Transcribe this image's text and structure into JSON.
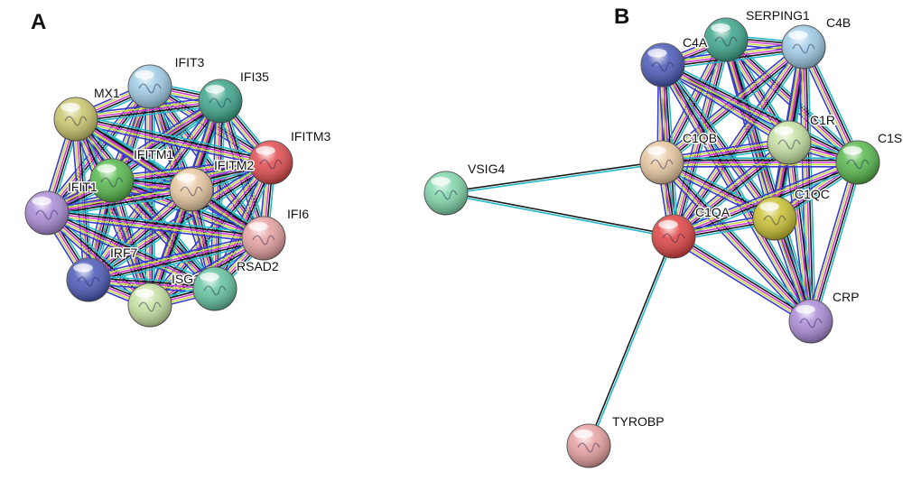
{
  "panels": [
    {
      "id": "A",
      "letter": "A",
      "nodes": [
        {
          "id": "IFIT3",
          "label": "IFIT3",
          "color": "#9ecce6"
        },
        {
          "id": "IFI35",
          "label": "IFI35",
          "color": "#3aa58a"
        },
        {
          "id": "MX1",
          "label": "MX1",
          "color": "#c9c66a"
        },
        {
          "id": "IFITM3",
          "label": "IFITM3",
          "color": "#e0494c"
        },
        {
          "id": "IFITM1",
          "label": "IFITM1",
          "color": "#54b84a"
        },
        {
          "id": "IFITM2",
          "label": "IFITM2",
          "color": "#e8c8a0"
        },
        {
          "id": "IFIT1",
          "label": "IFIT1",
          "color": "#a98ad6"
        },
        {
          "id": "IFI6",
          "label": "IFI6",
          "color": "#e8a0a0"
        },
        {
          "id": "IRF7",
          "label": "IRF7",
          "color": "#4857b8"
        },
        {
          "id": "ISG15",
          "label": "ISG1",
          "color": "#c6e0a0"
        },
        {
          "id": "RSAD2",
          "label": "RSAD2",
          "color": "#62c4a0"
        }
      ],
      "edge_mode": "complete"
    },
    {
      "id": "B",
      "letter": "B",
      "nodes": [
        {
          "id": "SERPING1",
          "label": "SERPING1",
          "color": "#3aa58a"
        },
        {
          "id": "C4B",
          "label": "C4B",
          "color": "#9ecce6"
        },
        {
          "id": "C4A",
          "label": "C4A",
          "color": "#4857b8"
        },
        {
          "id": "C1R",
          "label": "C1R",
          "color": "#c6e0a0"
        },
        {
          "id": "C1QB",
          "label": "C1QB",
          "color": "#e8c8a0"
        },
        {
          "id": "C1S",
          "label": "C1S",
          "color": "#54b84a"
        },
        {
          "id": "VSIG4",
          "label": "VSIG4",
          "color": "#7fd6aa"
        },
        {
          "id": "C1QC",
          "label": "C1QC",
          "color": "#c9c030"
        },
        {
          "id": "C1QA",
          "label": "C1QA",
          "color": "#e04040"
        },
        {
          "id": "CRP",
          "label": "CRP",
          "color": "#a98ad6"
        },
        {
          "id": "TYROBP",
          "label": "TYROBP",
          "color": "#e8a0a0"
        }
      ],
      "edges": [
        [
          "SERPING1",
          "C4B"
        ],
        [
          "SERPING1",
          "C4A"
        ],
        [
          "SERPING1",
          "C1R"
        ],
        [
          "SERPING1",
          "C1QB"
        ],
        [
          "SERPING1",
          "C1S"
        ],
        [
          "SERPING1",
          "C1QC"
        ],
        [
          "SERPING1",
          "C1QA"
        ],
        [
          "SERPING1",
          "CRP"
        ],
        [
          "C4B",
          "C4A"
        ],
        [
          "C4B",
          "C1R"
        ],
        [
          "C4B",
          "C1QB"
        ],
        [
          "C4B",
          "C1S"
        ],
        [
          "C4B",
          "C1QC"
        ],
        [
          "C4B",
          "C1QA"
        ],
        [
          "C4B",
          "CRP"
        ],
        [
          "C4A",
          "C1R"
        ],
        [
          "C4A",
          "C1QB"
        ],
        [
          "C4A",
          "C1S"
        ],
        [
          "C4A",
          "C1QC"
        ],
        [
          "C4A",
          "C1QA"
        ],
        [
          "C4A",
          "CRP"
        ],
        [
          "C1R",
          "C1QB"
        ],
        [
          "C1R",
          "C1S"
        ],
        [
          "C1R",
          "C1QC"
        ],
        [
          "C1R",
          "C1QA"
        ],
        [
          "C1R",
          "CRP"
        ],
        [
          "C1QB",
          "C1S"
        ],
        [
          "C1QB",
          "C1QC"
        ],
        [
          "C1QB",
          "C1QA"
        ],
        [
          "C1QB",
          "CRP"
        ],
        [
          "C1QB",
          "VSIG4"
        ],
        [
          "C1S",
          "C1QC"
        ],
        [
          "C1S",
          "C1QA"
        ],
        [
          "C1S",
          "CRP"
        ],
        [
          "C1QC",
          "C1QA"
        ],
        [
          "C1QC",
          "CRP"
        ],
        [
          "C1QA",
          "CRP"
        ],
        [
          "C1QA",
          "VSIG4"
        ],
        [
          "C1QA",
          "TYROBP"
        ]
      ]
    }
  ],
  "edge_colors": [
    "#22b8c8",
    "#1a1a1a",
    "#d33bd0",
    "#c8d84a",
    "#3a3ad0"
  ]
}
